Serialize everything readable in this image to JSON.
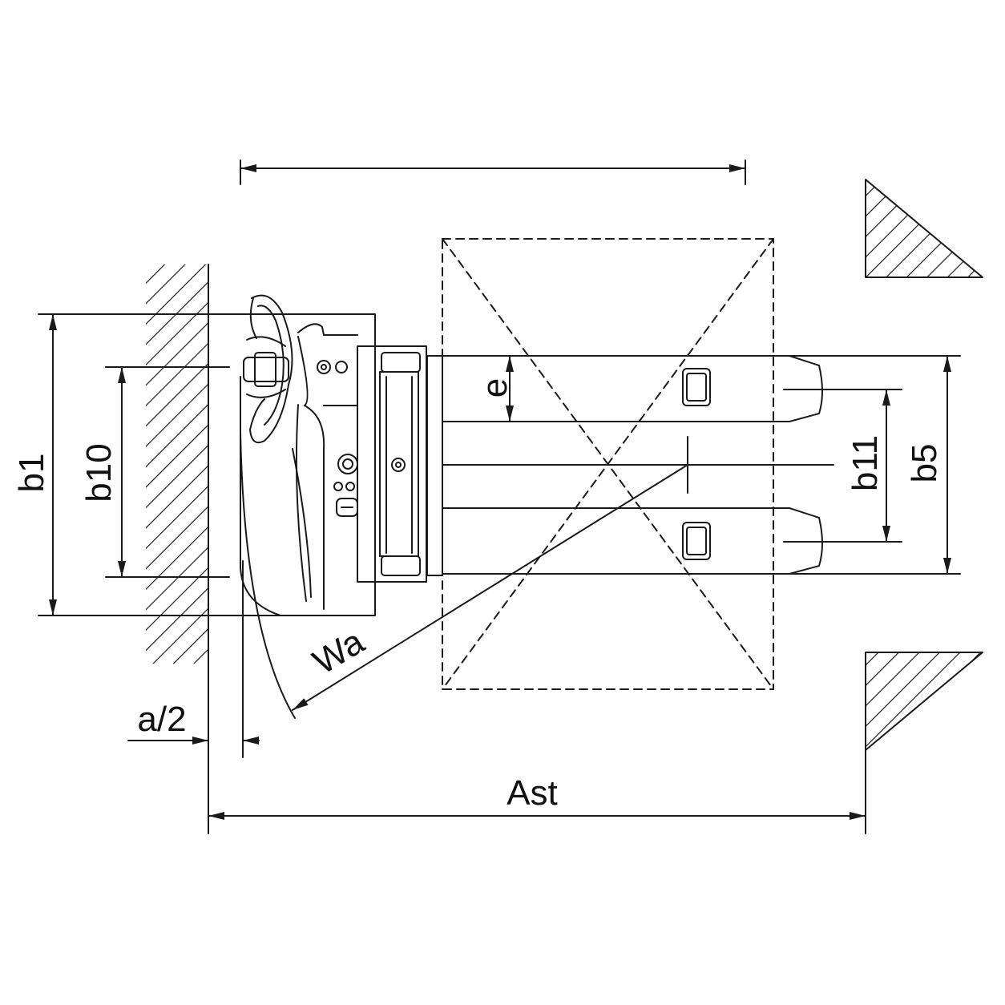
{
  "diagram": {
    "labels": {
      "b1": "b1",
      "b10": "b10",
      "b11": "b11",
      "b5": "b5",
      "e": "e",
      "wa": "Wa",
      "a_half": "a/2",
      "ast": "Ast"
    },
    "colors": {
      "line": "#1a1a1a",
      "background": "#ffffff"
    }
  }
}
